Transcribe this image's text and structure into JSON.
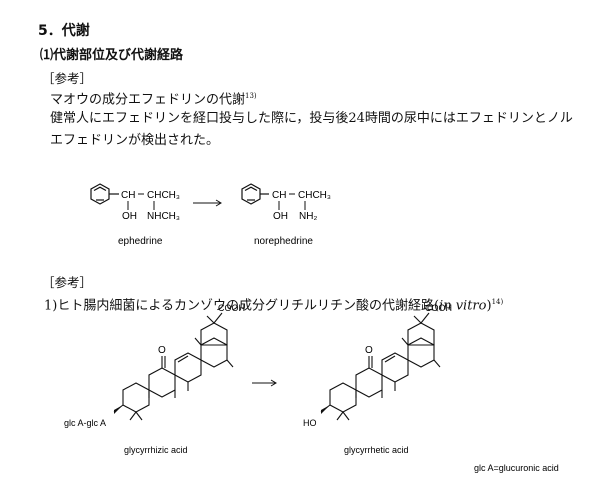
{
  "section": {
    "title": "5．代謝",
    "subtitle": "⑴代謝部位及び代謝経路"
  },
  "ref1": {
    "label": "［参考］",
    "heading": "マオウの成分エフェドリンの代謝",
    "heading_sup": "13)",
    "line1": "健常人にエフェドリンを経口投与した際に，投与後24時間の尿中にはエフェドリンとノル",
    "line2": "エフェドリンが検出された。",
    "scheme": {
      "ephedrine_name": "ephedrine",
      "norephedrine_name": "norephedrine",
      "ch": "CH",
      "chch3": "CHCH₃",
      "oh": "OH",
      "nhch3": "NHCH₃",
      "nh2": "NH₂"
    }
  },
  "ref2": {
    "label": "［参考］",
    "heading_pre": "1)ヒト腸内細菌によるカンゾウの成分グリチルリチン酸の代謝経路",
    "heading_paren_open": "(",
    "heading_italic": "in vitro",
    "heading_paren_close": ")",
    "heading_sup": "14)",
    "scheme": {
      "cooh": "COOH",
      "o": "O",
      "glc_label": "glc A-glc A",
      "ho": "HO",
      "left_name": "glycyrrhizic acid",
      "right_name": "glycyrrhetic acid",
      "note": "glc A=glucuronic acid"
    }
  }
}
